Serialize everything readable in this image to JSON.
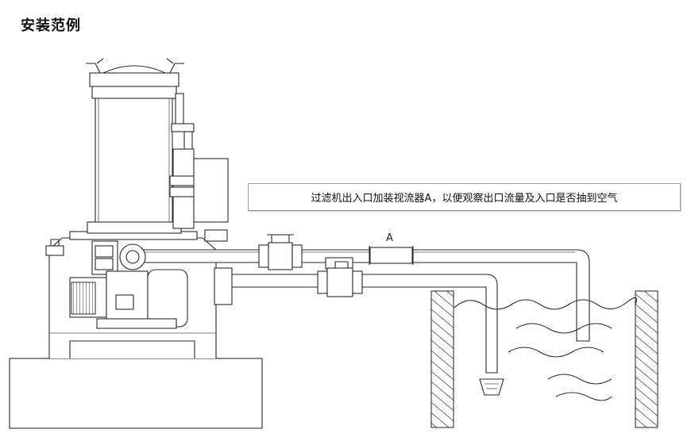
{
  "title": "安装范例",
  "note": "过滤机出入口加装视流器A，以便观察出口流量及入口是否抽到空气",
  "label_a": "A"
}
